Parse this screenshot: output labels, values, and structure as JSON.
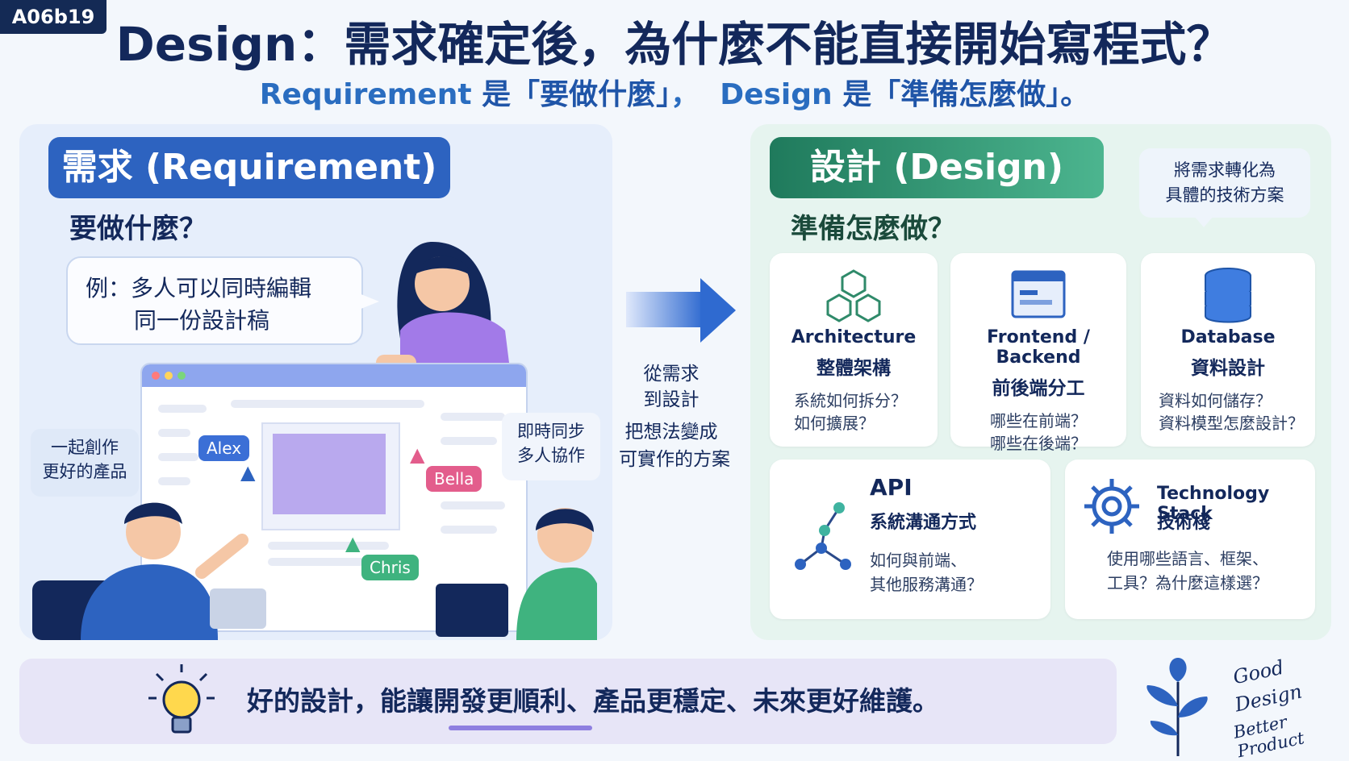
{
  "tag": "A06b19",
  "title": "Design：需求確定後，為什麼不能直接開始寫程式？",
  "subtitle": {
    "req_en": "Requirement",
    "is1": " 是",
    "req_zh": "「要做什麼」",
    "sep": "，",
    "des_en": "Design",
    "is2": " 是",
    "des_zh": "「準備怎麼做」",
    "end": "。"
  },
  "left": {
    "heading": "需求 (Requirement)",
    "question": "要做什麼？",
    "example_line1": "例：多人可以同時編輯",
    "example_line2": "同一份設計稿",
    "note_left_line1": "一起創作",
    "note_left_line2": "更好的產品",
    "note_right_line1": "即時同步",
    "note_right_line2": "多人協作",
    "cursors": {
      "alex": "Alex",
      "bella": "Bella",
      "chris": "Chris"
    }
  },
  "middle": {
    "line1": "從需求",
    "line2": "到設計",
    "line3": "把想法變成",
    "line4": "可實作的方案"
  },
  "right": {
    "heading": "設計 (Design)",
    "question": "準備怎麼做？",
    "callout_line1": "將需求轉化為",
    "callout_line2": "具體的技術方案",
    "cards": [
      {
        "en": "Architecture",
        "zh": "整體架構",
        "d1": "系統如何拆分？",
        "d2": "如何擴展？",
        "icon": "cubes-icon"
      },
      {
        "en": "Frontend / Backend",
        "zh": "前後端分工",
        "d1": "哪些在前端？",
        "d2": "哪些在後端？",
        "icon": "browser-window-icon"
      },
      {
        "en": "Database",
        "zh": "資料設計",
        "d1": "資料如何儲存？",
        "d2": "資料模型怎麼設計？",
        "icon": "database-icon"
      },
      {
        "en": "API",
        "zh": "系統溝通方式",
        "d1": "如何與前端、",
        "d2": "其他服務溝通？",
        "icon": "network-nodes-icon"
      },
      {
        "en": "Technology Stack",
        "zh": "技術棧",
        "d1": "使用哪些語言、框架、",
        "d2": "工具？為什麼這樣選？",
        "icon": "gear-icon"
      }
    ]
  },
  "bottom": {
    "text": "好的設計，能讓開發更順利、產品更穩定、未來更好維護。",
    "icon": "lightbulb-icon"
  },
  "signature": {
    "l1": "Good",
    "l2": "Design",
    "l3": "Better Product"
  },
  "colors": {
    "navy": "#13285b",
    "blue": "#2d63c0",
    "green": "#1f7a5c",
    "accent": "#8e7fe0"
  }
}
